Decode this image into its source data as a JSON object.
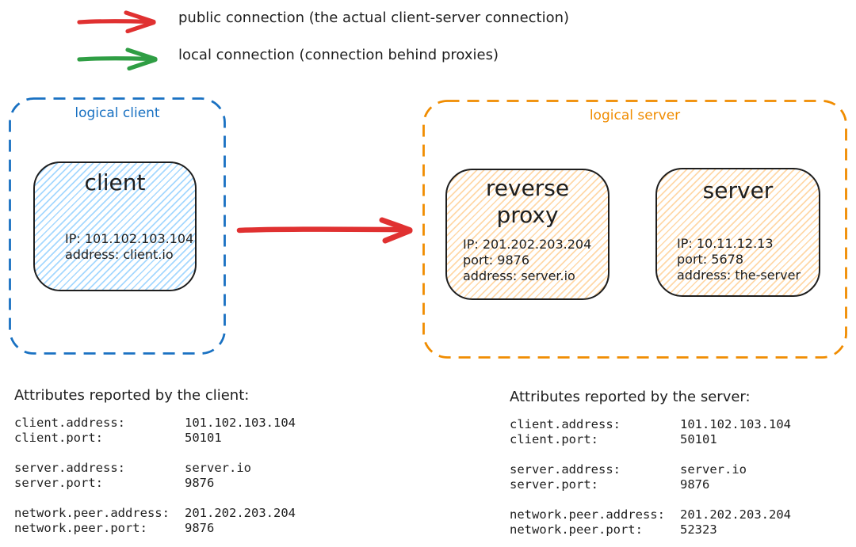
{
  "colors": {
    "ink": "#1e1e1e",
    "public_red": "#e03131",
    "local_green": "#2f9e44",
    "client_blue": "#1971c2",
    "server_orange": "#f08c00",
    "client_node_fill": "#a5d8ff",
    "server_node_fill": "#ffd8a8"
  },
  "legend": {
    "items": [
      {
        "icon": "red-arrow-right",
        "color": "#e03131",
        "label": "public connection (the actual client-server connection)"
      },
      {
        "icon": "green-arrow-right",
        "color": "#2f9e44",
        "label": "local connection (connection behind proxies)"
      }
    ]
  },
  "diagram": {
    "logical_client": {
      "label": "logical client",
      "client_node": {
        "title": "client",
        "lines": [
          "IP: 101.102.103.104",
          "address: client.io"
        ]
      }
    },
    "public_connection_arrow": {
      "icon": "red-arrow-right",
      "color": "#e03131"
    },
    "logical_server": {
      "label": "logical server",
      "reverse_proxy_node": {
        "title": "reverse proxy",
        "lines": [
          "IP: 201.202.203.204",
          "port: 9876",
          "address: server.io"
        ]
      },
      "server_node": {
        "title": "server",
        "lines": [
          "IP: 10.11.12.13",
          "port: 5678",
          "address: the-server"
        ]
      }
    }
  },
  "attributes_client": {
    "heading": "Attributes reported by the client:",
    "groups": [
      [
        {
          "key": "client.address:",
          "value": "101.102.103.104"
        },
        {
          "key": "client.port:",
          "value": "50101"
        }
      ],
      [
        {
          "key": "server.address:",
          "value": "server.io"
        },
        {
          "key": "server.port:",
          "value": "9876"
        }
      ],
      [
        {
          "key": "network.peer.address:",
          "value": "201.202.203.204"
        },
        {
          "key": "network.peer.port:",
          "value": "9876"
        }
      ]
    ]
  },
  "attributes_server": {
    "heading": "Attributes reported by the server:",
    "groups": [
      [
        {
          "key": "client.address:",
          "value": "101.102.103.104"
        },
        {
          "key": "client.port:",
          "value": "50101"
        }
      ],
      [
        {
          "key": "server.address:",
          "value": "server.io"
        },
        {
          "key": "server.port:",
          "value": "9876"
        }
      ],
      [
        {
          "key": "network.peer.address:",
          "value": "201.202.203.204"
        },
        {
          "key": "network.peer.port:",
          "value": "52323"
        }
      ]
    ]
  }
}
